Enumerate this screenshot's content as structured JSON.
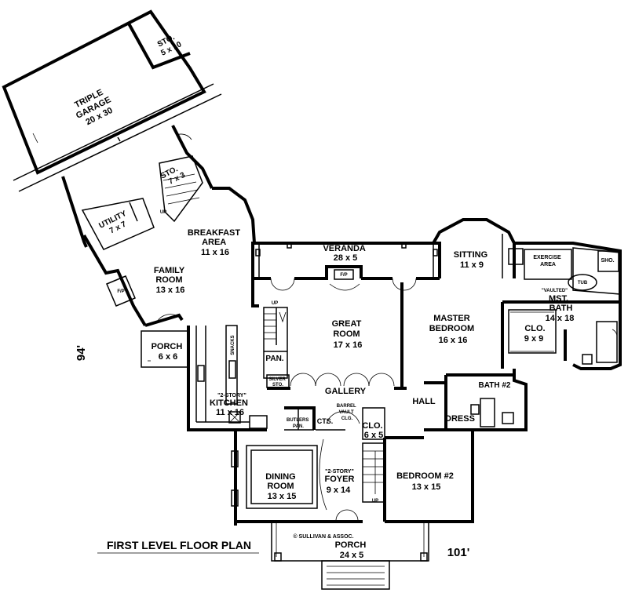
{
  "plan": {
    "title": "FIRST LEVEL FLOOR PLAN",
    "copyright": "© SULLIVAN & ASSOC.",
    "dimension_depth": "94'",
    "dimension_width": "101'",
    "rooms": {
      "garage": [
        "TRIPLE",
        "GARAGE",
        "20 x 30"
      ],
      "storage_garage": [
        "STO.",
        "5 x 10"
      ],
      "storage_small": [
        "STO.",
        "7 x 3"
      ],
      "utility": [
        "UTILITY",
        "7 x 7"
      ],
      "breakfast": [
        "BREAKFAST",
        "AREA",
        "11 x 16"
      ],
      "family": [
        "FAMILY",
        "ROOM",
        "13 x 16"
      ],
      "porch_side": [
        "PORCH",
        "6 x 6"
      ],
      "kitchen": [
        "\"2-STORY\"",
        "KITCHEN",
        "11 x 16"
      ],
      "veranda": [
        "VERANDA",
        "28 x 5"
      ],
      "great_room": [
        "GREAT",
        "ROOM",
        "17 x 16"
      ],
      "sitting": [
        "SITTING",
        "11 x 9"
      ],
      "master_bedroom": [
        "MASTER",
        "BEDROOM",
        "16 x 16"
      ],
      "exercise": [
        "EXERCISE",
        "AREA"
      ],
      "shower": "SHO.",
      "tub": "TUB",
      "master_bath": [
        "\"VAULTED\"",
        "MST.",
        "BATH",
        "14 x 18"
      ],
      "closet_master": [
        "CLO.",
        "9 x 9"
      ],
      "bath2": "BATH #2",
      "hall": "HALL",
      "dress": "DRESS",
      "gallery": "GALLERY",
      "barrel": [
        "BARREL",
        "VAULT",
        "CLG."
      ],
      "closet_foyer": [
        "CLO.",
        "6 x 5"
      ],
      "butlers": [
        "BUTLERS",
        "PAN."
      ],
      "cabinets": "CTS.",
      "dining": [
        "DINING",
        "ROOM",
        "13 x 15"
      ],
      "foyer": [
        "\"2-STORY\"",
        "FOYER",
        "9 x 14"
      ],
      "bedroom2": [
        "BEDROOM #2",
        "13 x 15"
      ],
      "porch_front": [
        "PORCH",
        "24 x 5"
      ],
      "pantry": "PAN.",
      "silver": [
        "SILVER",
        "STO."
      ],
      "snacks": "SNACKS"
    },
    "marks": {
      "up": "UP",
      "fireplace": "F/P"
    }
  }
}
